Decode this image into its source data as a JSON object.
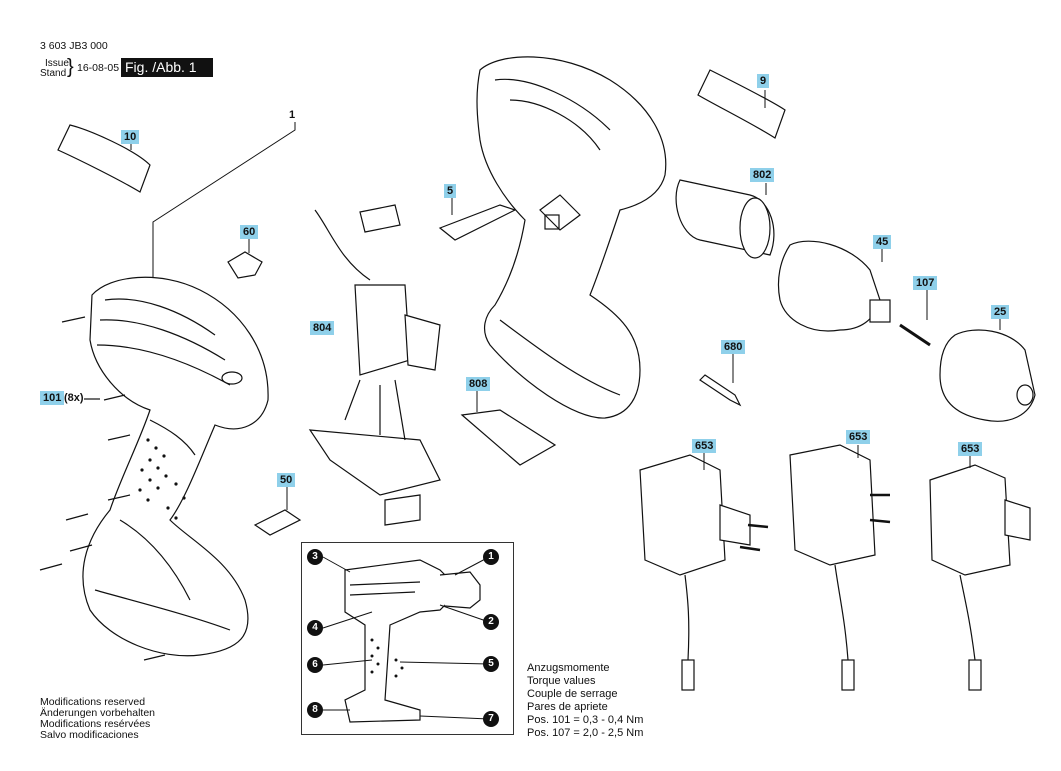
{
  "header": {
    "part_number": "3 603 JB3 000",
    "issue_label": "Issue",
    "stand_label": "Stand",
    "date": "16-08-05",
    "figure": "Fig. /Abb. 1"
  },
  "labels": {
    "l1": "1",
    "l10": "10",
    "l9": "9",
    "l5": "5",
    "l60": "60",
    "l802": "802",
    "l45": "45",
    "l107": "107",
    "l25": "25",
    "l804": "804",
    "l101": "101",
    "l101_suffix": "(8x)",
    "l808": "808",
    "l680": "680",
    "l50": "50",
    "l653a": "653",
    "l653b": "653",
    "l653c": "653"
  },
  "inset": {
    "n1": "1",
    "n2": "2",
    "n3": "3",
    "n4": "4",
    "n5": "5",
    "n6": "6",
    "n7": "7",
    "n8": "8"
  },
  "notes": {
    "line1": "Modifications reserved",
    "line2": "Änderungen vorbehalten",
    "line3": "Modifications resérvées",
    "line4": "Salvo modificaciones"
  },
  "torque": {
    "heading1": "Anzugsmomente",
    "heading2": "Torque values",
    "heading3": "Couple de serrage",
    "heading4": "Pares de apriete",
    "rows": [
      {
        "pos": "Pos. 101",
        "eq": "=",
        "val": "0,3 - 0,4 Nm"
      },
      {
        "pos": "Pos. 107",
        "eq": "=",
        "val": "2,0 - 2,5 Nm"
      }
    ]
  },
  "colors": {
    "label_bg": "#8fd0ea",
    "line": "#111111"
  }
}
